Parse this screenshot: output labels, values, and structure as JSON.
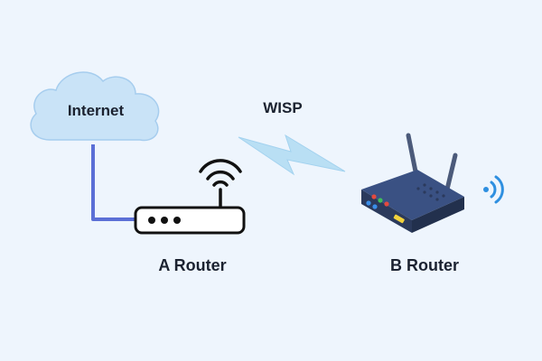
{
  "diagram": {
    "internet_label": "Internet",
    "link_label": "WISP",
    "router_a_label": "A Router",
    "router_b_label": "B Router"
  },
  "colors": {
    "background": "#eef5fd",
    "cloud_fill": "#c9e3f7",
    "cloud_stroke": "#a6cdee",
    "cable": "#5b6fd6",
    "bolt": "#b9dff4",
    "router_a_stroke": "#111111",
    "router_b_body": "#2e3f63",
    "router_b_top": "#3a5183",
    "wifi_signal_blue": "#2e8fe0",
    "led_red": "#e34a3f",
    "led_green": "#3fbf5a",
    "led_blue": "#3b8ee8",
    "led_yellow": "#f2d23c"
  },
  "icons": {
    "internet_cloud": "cloud-icon",
    "router_a_wifi": "wifi-icon",
    "wireless_link": "lightning-bolt-icon",
    "router_b": "wireless-router-icon",
    "router_b_signal": "wifi-signal-icon"
  }
}
